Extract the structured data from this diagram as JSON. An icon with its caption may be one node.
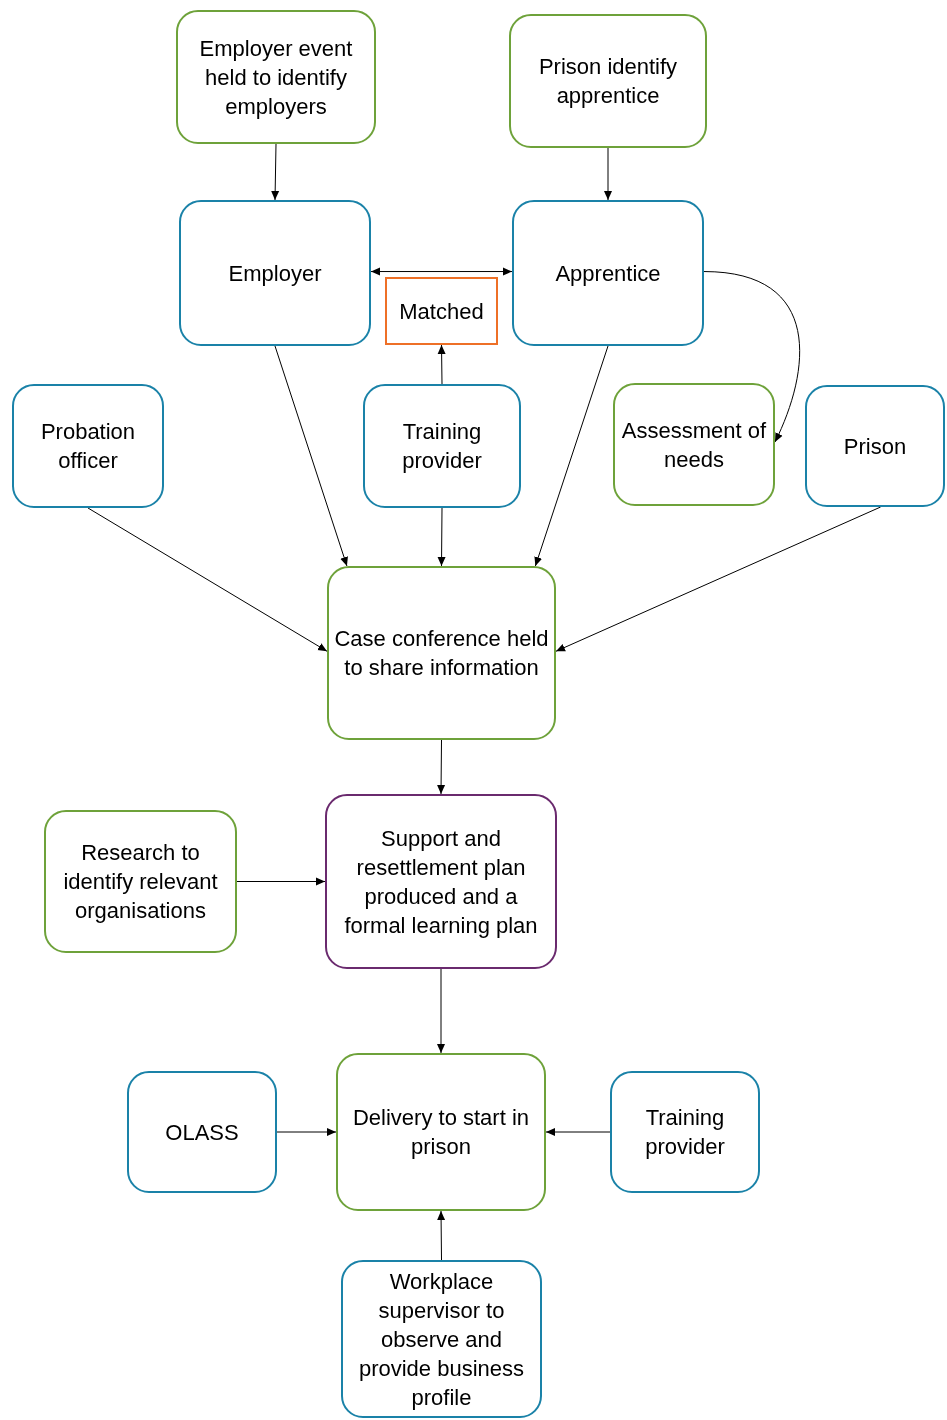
{
  "diagram": {
    "nodes": [
      {
        "text": [
          "Employer event held to identify employers"
        ]
      },
      {
        "text": [
          "Prison identify apprentice"
        ]
      },
      {
        "text": [
          "Employer"
        ]
      },
      {
        "text": [
          "Apprentice"
        ]
      },
      {
        "text": [
          "Matched"
        ]
      },
      {
        "text": [
          "Probation officer"
        ]
      },
      {
        "text": [
          "Training provider"
        ]
      },
      {
        "text": [
          "Assessment of needs"
        ]
      },
      {
        "text": [
          "Prison"
        ]
      },
      {
        "text": [
          "Case conference held to share information"
        ]
      },
      {
        "text": [
          "Research to identify relevant organisations"
        ]
      },
      {
        "text": [
          "Support and resettlement plan produced and a formal learning plan"
        ]
      },
      {
        "text": [
          "OLASS"
        ]
      },
      {
        "text": [
          "Delivery to start in prison"
        ]
      },
      {
        "text": [
          "Training provider"
        ]
      },
      {
        "text": [
          "Workplace supervisor to observe and provide business profile"
        ]
      }
    ],
    "edges": [
      {
        "from": 0,
        "to": 2,
        "arrow": "to"
      },
      {
        "from": 1,
        "to": 3,
        "arrow": "to"
      },
      {
        "from": 2,
        "to": 3,
        "arrow": "both"
      },
      {
        "from": 6,
        "to": 4,
        "arrow": "to"
      },
      {
        "from": 3,
        "to": 7,
        "arrow": "to"
      },
      {
        "from": 2,
        "to": 9,
        "arrow": "to"
      },
      {
        "from": 6,
        "to": 9,
        "arrow": "to"
      },
      {
        "from": 3,
        "to": 9,
        "arrow": "to"
      },
      {
        "from": 5,
        "to": 9,
        "arrow": "to"
      },
      {
        "from": 8,
        "to": 9,
        "arrow": "to"
      },
      {
        "from": 9,
        "to": 11,
        "arrow": "to"
      },
      {
        "from": 10,
        "to": 11,
        "arrow": "to"
      },
      {
        "from": 11,
        "to": 13,
        "arrow": "to"
      },
      {
        "from": 12,
        "to": 13,
        "arrow": "to"
      },
      {
        "from": 14,
        "to": 13,
        "arrow": "to"
      },
      {
        "from": 15,
        "to": 13,
        "arrow": "to"
      }
    ]
  }
}
